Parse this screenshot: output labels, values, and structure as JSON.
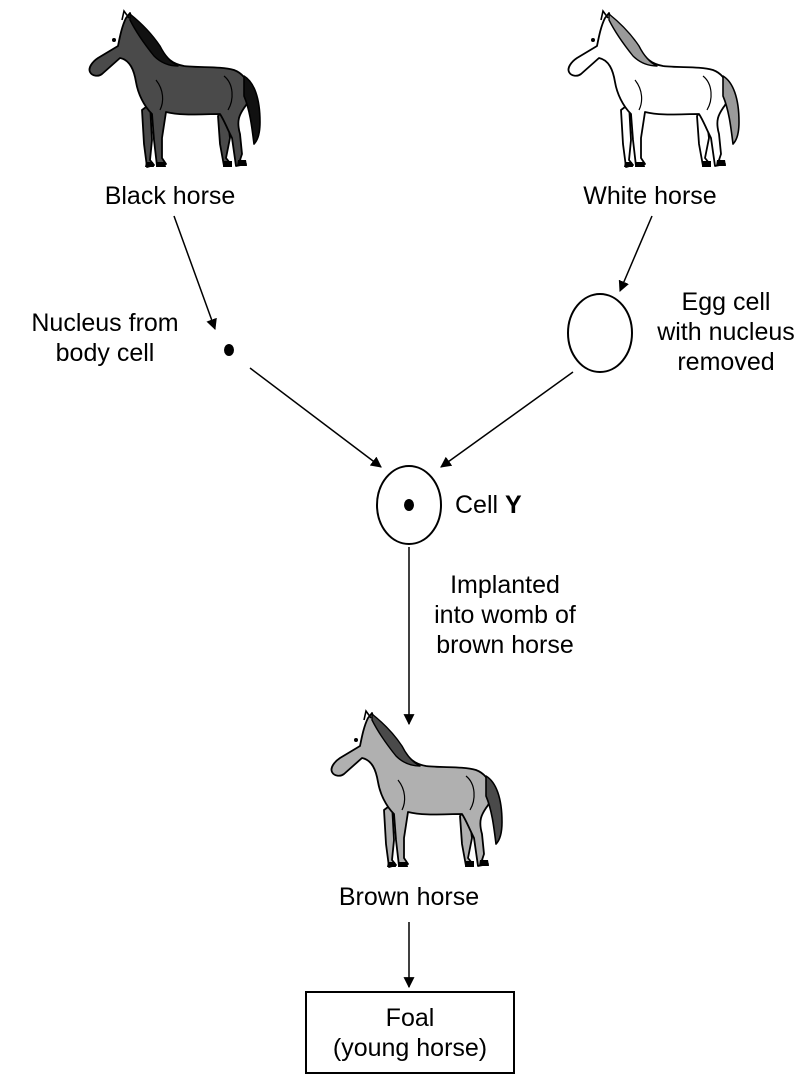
{
  "horses": {
    "black": {
      "label": "Black horse",
      "color": "#4a4a4a",
      "mane": "#111111"
    },
    "white": {
      "label": "White horse",
      "color": "#ffffff",
      "mane": "#9a9a9a"
    },
    "brown": {
      "label": "Brown horse",
      "color": "#b0b0b0",
      "mane": "#4a4a4a"
    }
  },
  "nucleus_label": [
    "Nucleus from",
    "body cell"
  ],
  "egg_label": [
    "Egg cell",
    "with nucleus",
    "removed"
  ],
  "cell_y": {
    "prefix": "Cell ",
    "letter": "Y"
  },
  "implant_label": [
    "Implanted",
    "into womb of",
    "brown horse"
  ],
  "foal_label": [
    "Foal",
    "(young horse)"
  ]
}
